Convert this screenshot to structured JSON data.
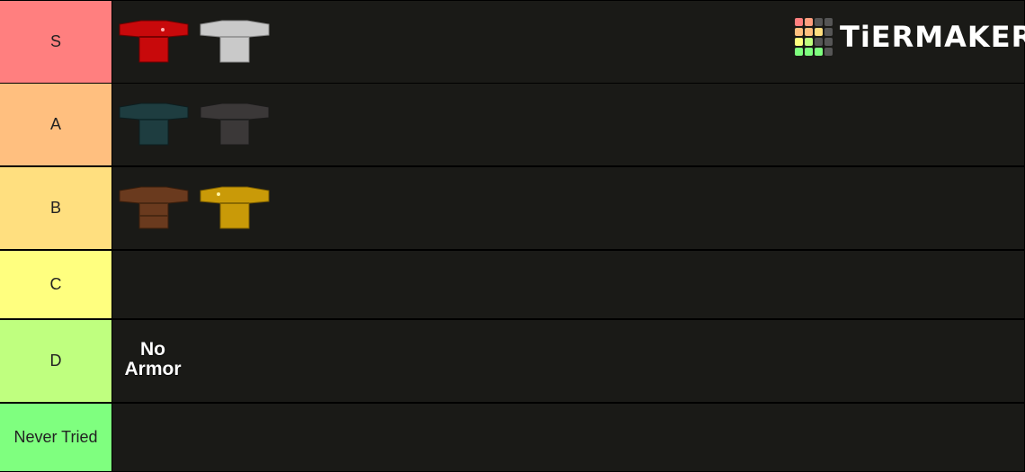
{
  "brand": {
    "name": "TiERMAKER",
    "grid_colors": [
      "#ff7f7f",
      "#ff9f7f",
      "#555",
      "#555",
      "#ffbf7f",
      "#ffbf7f",
      "#ffdf7f",
      "#555",
      "#ffff7f",
      "#bfff7f",
      "#555",
      "#555",
      "#7fff7f",
      "#7fff7f",
      "#7fff7f",
      "#555"
    ]
  },
  "tiers": [
    {
      "label": "S",
      "color": "#ff7f7f",
      "items": [
        {
          "icon": "red-armor-icon",
          "color": "#c8090b"
        },
        {
          "icon": "silver-armor-icon",
          "color": "#c9c9c9"
        }
      ]
    },
    {
      "label": "A",
      "color": "#ffbf7f",
      "items": [
        {
          "icon": "teal-armor-icon",
          "color": "#1e3d40"
        },
        {
          "icon": "dark-metal-armor-icon",
          "color": "#3b3838"
        }
      ]
    },
    {
      "label": "B",
      "color": "#ffdf7f",
      "items": [
        {
          "icon": "wood-armor-icon",
          "color": "#6a3a1e"
        },
        {
          "icon": "gold-armor-icon",
          "color": "#c99a08"
        }
      ]
    },
    {
      "label": "C",
      "color": "#ffff7f",
      "items": []
    },
    {
      "label": "D",
      "color": "#bfff7f",
      "items": [
        {
          "icon": "no-armor-text",
          "text": "No Armor"
        }
      ]
    },
    {
      "label": "Never Tried",
      "color": "#7fff7f",
      "items": []
    }
  ]
}
